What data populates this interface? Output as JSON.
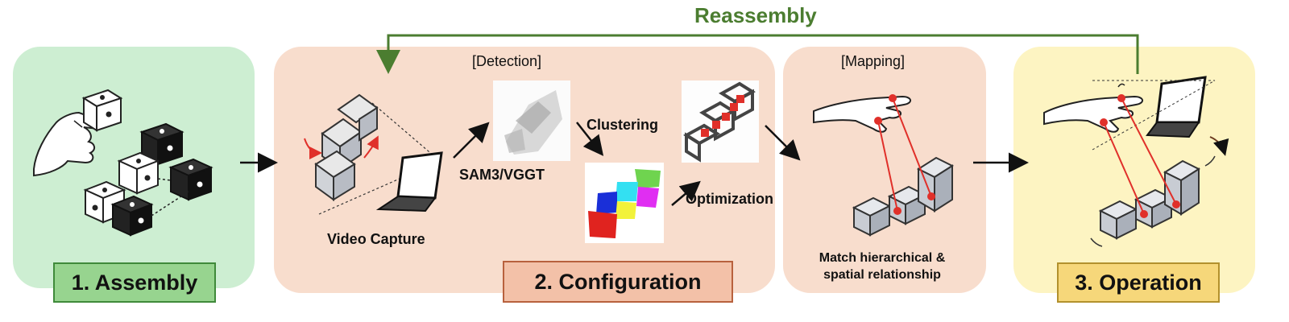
{
  "labels": {
    "reassembly": "Reassembly",
    "detection": "[Detection]",
    "mapping": "[Mapping]",
    "clustering": "Clustering",
    "sam_vggt": "SAM3/VGGT",
    "optimization": "Optimization",
    "video_capture": "Video Capture",
    "match": "Match hierarchical & spatial relationship"
  },
  "stages": {
    "assembly": "1. Assembly",
    "configuration": "2. Configuration",
    "operation": "3. Operation"
  },
  "colors": {
    "assembly_bg": "#cdeed2",
    "configuration_bg": "#f8ddcd",
    "operation_bg": "#fdf4c2",
    "reassembly_arrow": "#4b7d30",
    "highlight_red": "#e0302a"
  },
  "icons": [
    "hand-icon",
    "dice-icon",
    "laptop-icon",
    "cube-chain-icon",
    "point-cloud-icon",
    "cluster-cloud-icon",
    "wireframe-cube-icon"
  ]
}
